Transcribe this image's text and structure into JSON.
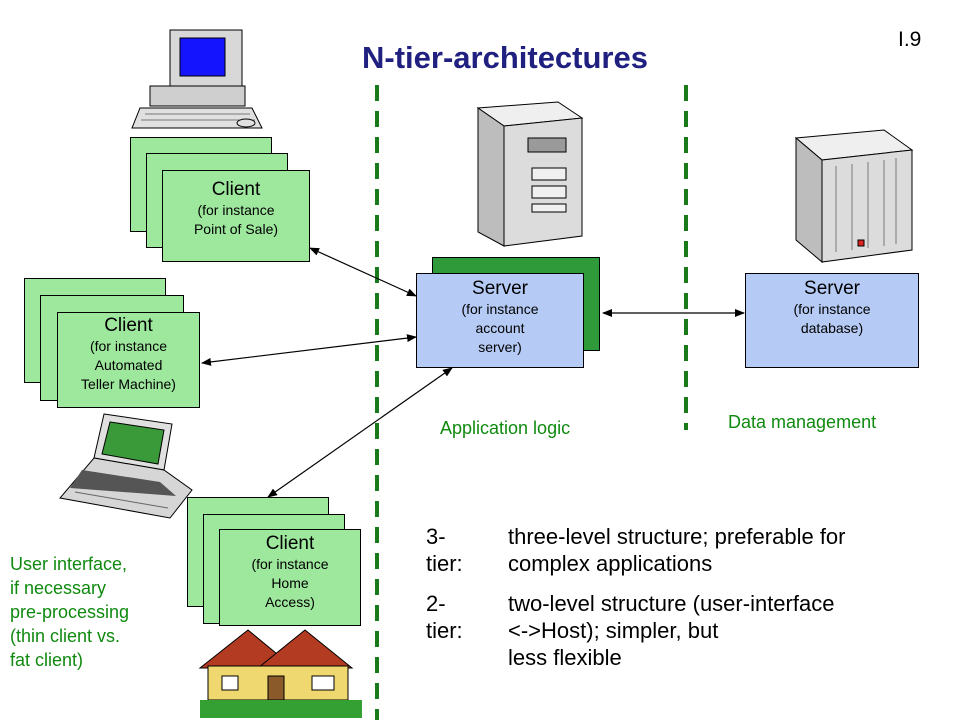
{
  "title": "N-tier-architectures",
  "page_number": "I.9",
  "clients": [
    {
      "title": "Client",
      "text": "(for instance\nPoint of Sale)"
    },
    {
      "title": "Client",
      "text": "(for instance\nAutomated\nTeller Machine)"
    },
    {
      "title": "Client",
      "text": "(for instance\nHome\nAccess)"
    }
  ],
  "servers": [
    {
      "title": "Server",
      "text": "(for instance\naccount\nserver)"
    },
    {
      "title": "Server",
      "text": "(for instance\ndatabase)"
    }
  ],
  "labels": {
    "application_logic": "Application logic",
    "data_management": "Data management",
    "user_interface": "User interface,\nif necessary\npre-processing\n(thin client vs.\nfat client)"
  },
  "tiers": [
    {
      "key": "3-tier:",
      "desc": "three-level structure; preferable for\ncomplex applications"
    },
    {
      "key": "2-tier:",
      "desc": "two-level structure (user-interface\n<->Host); simpler, but\nless flexible"
    }
  ],
  "icons": [
    "desktop-computer-icon",
    "laptop-computer-icon",
    "house-icon",
    "server-tower-icon",
    "database-cabinet-icon"
  ],
  "colors": {
    "client_fill": "#9ee89e",
    "server_fill": "#b5cbf5",
    "server_shadow": "#2e9a3a",
    "divider": "#1a7a1a",
    "label_green": "#0f8a0f",
    "title_blue": "#202080"
  }
}
